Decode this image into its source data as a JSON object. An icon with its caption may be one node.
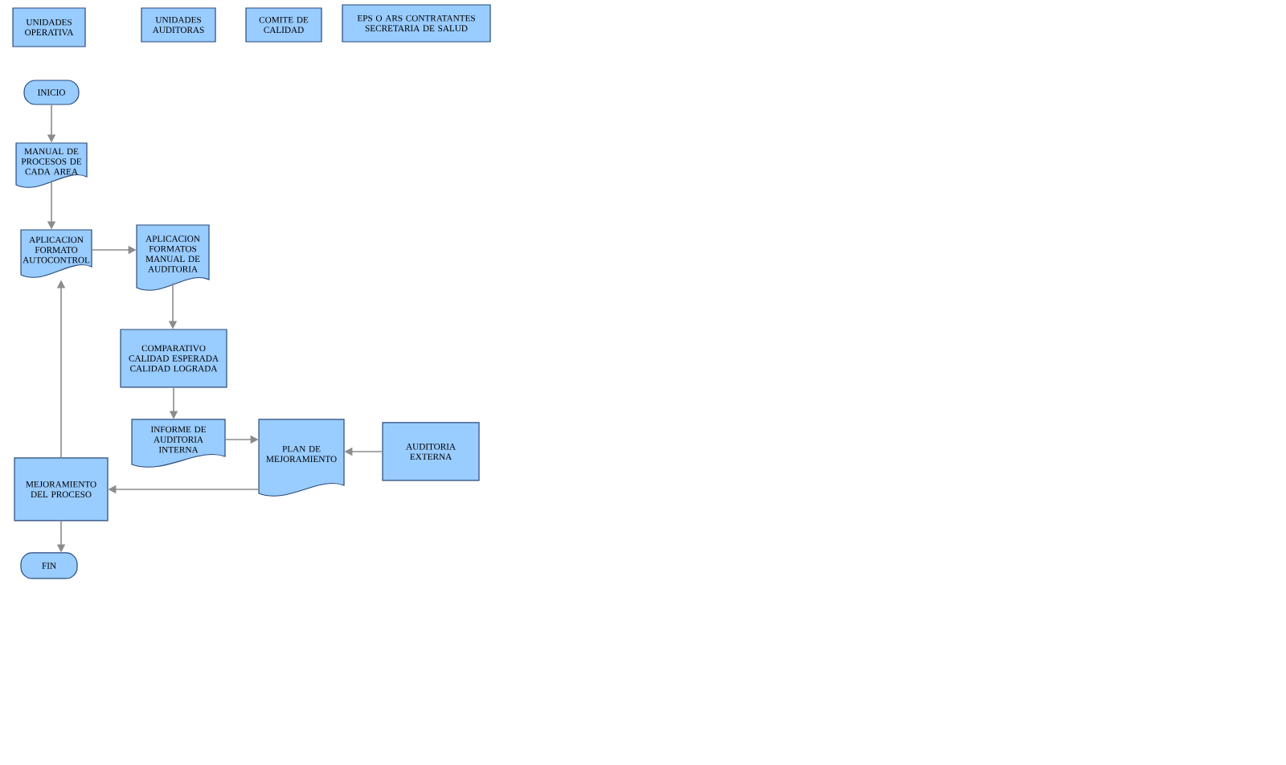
{
  "diagram": {
    "nodes": [
      {
        "text": [
          "UNIDADES OPERATIVA"
        ]
      },
      {
        "text": [
          "UNIDADES AUDITORAS"
        ]
      },
      {
        "text": [
          "COMITE DE CALIDAD"
        ]
      },
      {
        "text": [
          "EPS O ARS CONTRATANTES SECRETARIA DE SALUD"
        ]
      },
      {
        "text": [
          "INICIO"
        ]
      },
      {
        "text": [
          "MANUAL DE PROCESOS DE CADA AREA"
        ]
      },
      {
        "text": [
          "APLICACION FORMATO AUTOCONTROL"
        ]
      },
      {
        "text": [
          "APLICACION FORMATOS MANUAL DE AUDITORIA"
        ]
      },
      {
        "text": [
          "COMPARATIVO CALIDAD ESPERADA CALIDAD LOGRADA"
        ]
      },
      {
        "text": [
          "INFORME DE AUDITORIA INTERNA"
        ]
      },
      {
        "text": [
          "PLAN DE MEJORAMIENTO"
        ]
      },
      {
        "text": [
          "AUDITORIA EXTERNA"
        ]
      },
      {
        "text": [
          "MEJORAMIENTO DEL PROCESO"
        ]
      },
      {
        "text": [
          "FIN"
        ]
      }
    ],
    "edges": [
      {
        "from": 4,
        "to": 5,
        "arrow": "to"
      },
      {
        "from": 5,
        "to": 6,
        "arrow": "to"
      },
      {
        "from": 6,
        "to": 7,
        "arrow": "to"
      },
      {
        "from": 7,
        "to": 8,
        "arrow": "to"
      },
      {
        "from": 8,
        "to": 9,
        "arrow": "to"
      },
      {
        "from": 9,
        "to": 10,
        "arrow": "to"
      },
      {
        "from": 11,
        "to": 10,
        "arrow": "to"
      },
      {
        "from": 10,
        "to": 12,
        "arrow": "to"
      },
      {
        "from": 12,
        "to": 6,
        "arrow": "to"
      },
      {
        "from": 12,
        "to": 13,
        "arrow": "to"
      }
    ]
  }
}
